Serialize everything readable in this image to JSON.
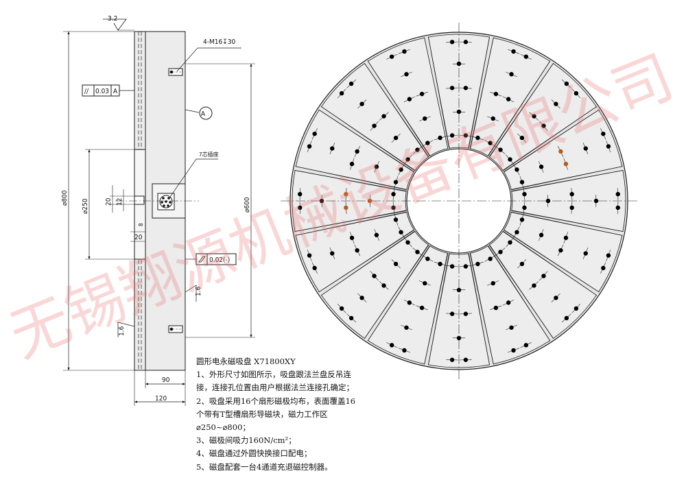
{
  "side_view": {
    "surface_finish_top": "3.2",
    "thread_callout": "4-M16↧30",
    "datum": "A",
    "parallelism": {
      "symbol": "//",
      "value": "0.03",
      "datum": "A"
    },
    "flatness": {
      "value": "0.02(-)"
    },
    "connector_label": "7芯插座",
    "dims": {
      "outer_diameter": "⌀800",
      "inner_diameter": "⌀250",
      "work_diameter": "⌀600",
      "width_total": "120",
      "width_body": "90",
      "slot_w": "20",
      "slot_h": "12",
      "step": "20",
      "small": "8",
      "roughness_side": "1.6",
      "roughness_bottom": "1.6"
    }
  },
  "front_view": {
    "sector_count": 16
  },
  "notes": {
    "title": "圆形电永磁吸盘  X71800XY",
    "lines": [
      "1、外形尺寸如图所示，吸盘跟法兰盘反吊连接，连接孔位置由用户根据法兰连接孔确定；",
      "2、吸盘采用16个扇形磁极均布，表面覆盖16个带有T型槽扇形导磁块，磁力工作区⌀250~⌀800；",
      "3、磁极间吸力160N/cm²；",
      "4、磁盘通过外圆快换接口配电；",
      "5、磁盘配套一台4通道充退磁控制器。"
    ]
  },
  "watermark": {
    "text": "无锡翔源机械设备有限公司"
  },
  "colors": {
    "line": "#1a1a1a",
    "fill": "#e9e9e9",
    "hole": "#000000",
    "hole_alt": "#b85a1a",
    "watermark": "#eb6e6e"
  }
}
